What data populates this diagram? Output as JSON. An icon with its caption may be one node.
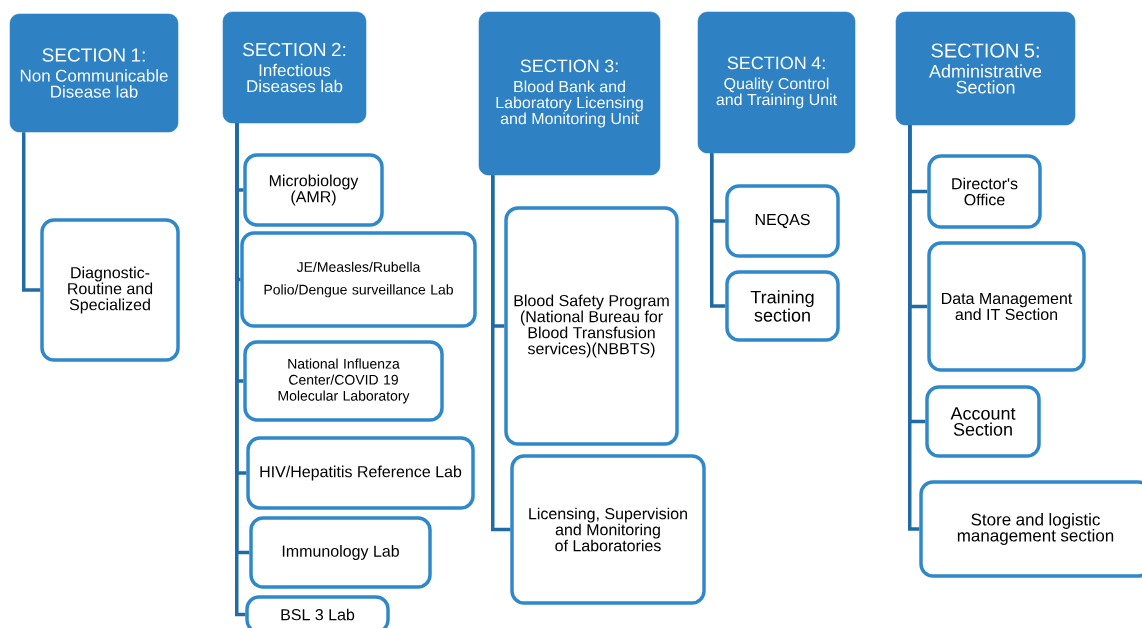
{
  "diagram": {
    "nodes": [
      {
        "text": [
          "SECTION 1:",
          "Non Communicable Disease lab"
        ]
      },
      {
        "text": [
          "Diagnostic-Routine and Specialized"
        ]
      },
      {
        "text": [
          "SECTION 2:",
          "Infectious Diseases lab"
        ]
      },
      {
        "text": [
          "Microbiology (AMR)"
        ]
      },
      {
        "text": [
          "JE/Measles/Rubella",
          "Polio/Dengue surveillance Lab"
        ]
      },
      {
        "text": [
          "National Influenza Center/COVID 19 Molecular Laboratory"
        ]
      },
      {
        "text": [
          "HIV/Hepatitis Reference Lab"
        ]
      },
      {
        "text": [
          "Immunology Lab"
        ]
      },
      {
        "text": [
          "BSL 3 Lab"
        ]
      },
      {
        "text": [
          "SECTION 3:",
          "Blood Bank and Laboratory Licensing and Monitoring Unit"
        ]
      },
      {
        "text": [
          "Blood Safety Program (National Bureau for Blood Transfusion services)(NBBTS)"
        ]
      },
      {
        "text": [
          "Licensing, Supervision and Monitoring of Laboratories"
        ]
      },
      {
        "text": [
          "SECTION 4:",
          "Quality Control and Training Unit"
        ]
      },
      {
        "text": [
          "NEQAS"
        ]
      },
      {
        "text": [
          "Training section"
        ]
      },
      {
        "text": [
          "SECTION 5:",
          "Administrative Section"
        ]
      },
      {
        "text": [
          "Director's Office"
        ]
      },
      {
        "text": [
          "Data Management and IT Section"
        ]
      },
      {
        "text": [
          "Account Section"
        ]
      },
      {
        "text": [
          "Store and logistic management section"
        ]
      }
    ],
    "edges": [
      {
        "from": 0,
        "to": 1,
        "arrow": "none"
      },
      {
        "from": 2,
        "to": 3,
        "arrow": "none"
      },
      {
        "from": 2,
        "to": 4,
        "arrow": "none"
      },
      {
        "from": 2,
        "to": 5,
        "arrow": "none"
      },
      {
        "from": 2,
        "to": 6,
        "arrow": "none"
      },
      {
        "from": 2,
        "to": 7,
        "arrow": "none"
      },
      {
        "from": 2,
        "to": 8,
        "arrow": "none"
      },
      {
        "from": 9,
        "to": 10,
        "arrow": "none"
      },
      {
        "from": 9,
        "to": 11,
        "arrow": "none"
      },
      {
        "from": 12,
        "to": 13,
        "arrow": "none"
      },
      {
        "from": 12,
        "to": 14,
        "arrow": "none"
      },
      {
        "from": 15,
        "to": 16,
        "arrow": "none"
      },
      {
        "from": 15,
        "to": 17,
        "arrow": "none"
      },
      {
        "from": 15,
        "to": 18,
        "arrow": "none"
      },
      {
        "from": 15,
        "to": 19,
        "arrow": "none"
      }
    ]
  }
}
